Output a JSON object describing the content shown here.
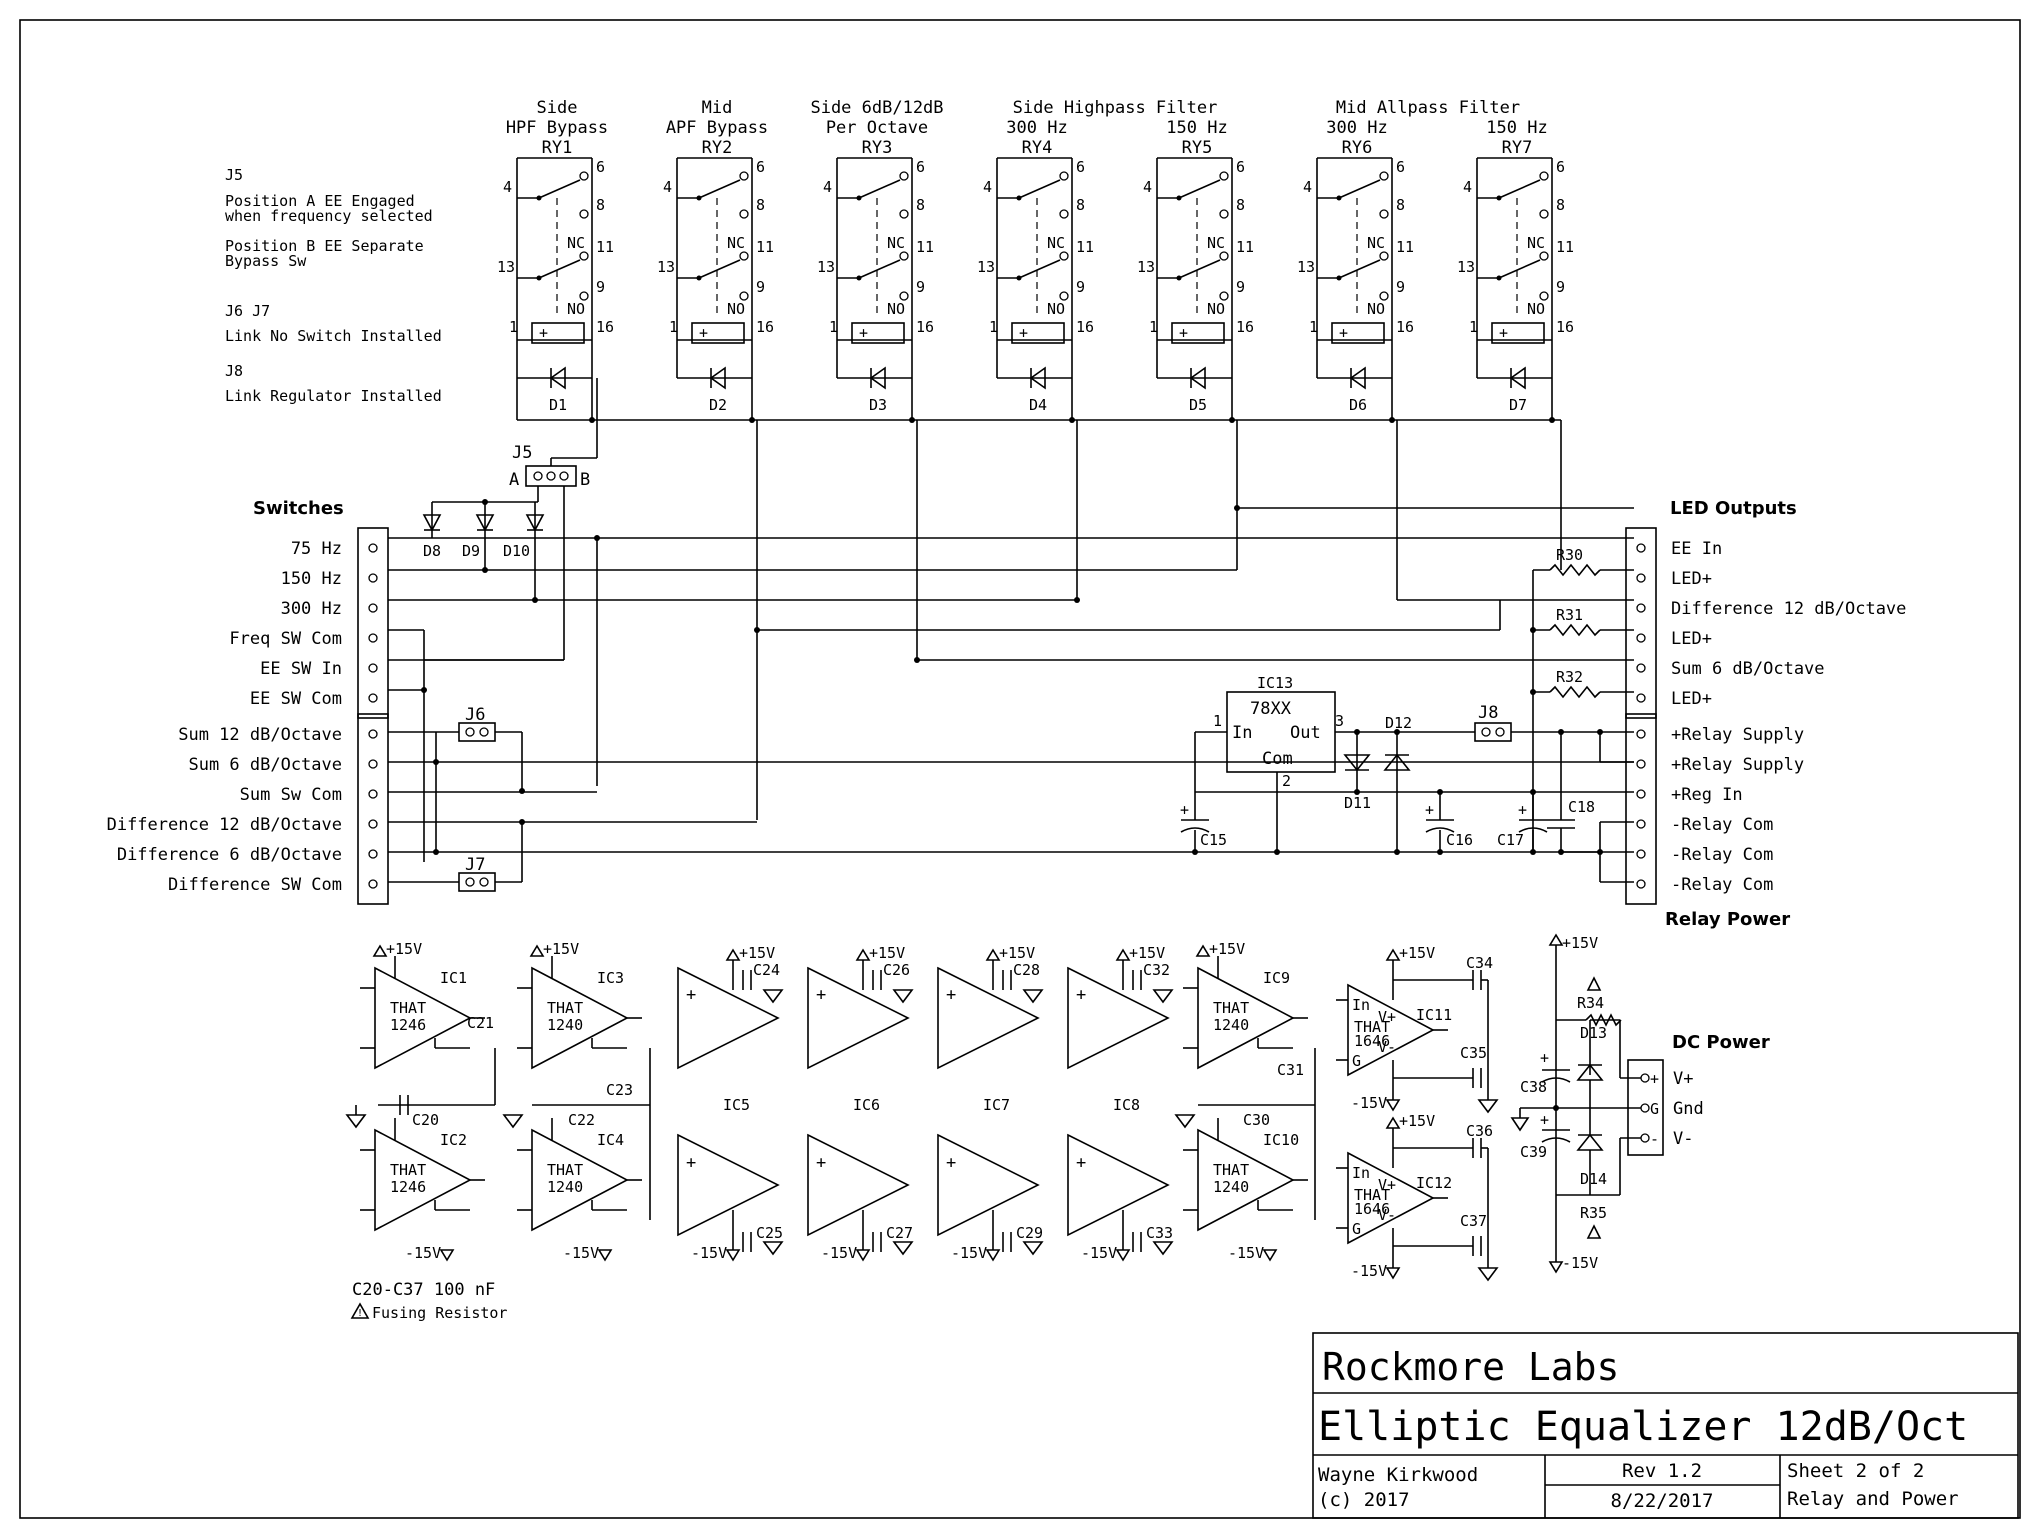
{
  "relays": [
    {
      "ref": "RY1",
      "title1": "Side",
      "title2": "HPF Bypass",
      "diode": "D1"
    },
    {
      "ref": "RY2",
      "title1": "Mid",
      "title2": "APF Bypass",
      "diode": "D2"
    },
    {
      "ref": "RY3",
      "title1": "Side 6dB/12dB",
      "title2": "Per Octave",
      "diode": "D3"
    },
    {
      "ref": "RY4",
      "title1": "",
      "title2": "300 Hz",
      "diode": "D4"
    },
    {
      "ref": "RY5",
      "title1": "",
      "title2": "150 Hz",
      "diode": "D5"
    },
    {
      "ref": "RY6",
      "title1": "",
      "title2": "300 Hz",
      "diode": "D6"
    },
    {
      "ref": "RY7",
      "title1": "",
      "title2": "150 Hz",
      "diode": "D7"
    }
  ],
  "group_titles": {
    "side_hpf": "Side Highpass Filter",
    "mid_apf": "Mid Allpass Filter"
  },
  "relay_pins": {
    "p4": "4",
    "p6": "6",
    "p8": "8",
    "nc": "NC",
    "p11": "11",
    "p13": "13",
    "p9": "9",
    "no": "NO",
    "p1": "1",
    "p16": "16",
    "plus": "+"
  },
  "notes": {
    "j5": "J5",
    "j5_a": "Position A EE Engaged",
    "j5_a2": "when frequency selected",
    "j5_b": "Position B EE Separate",
    "j5_b2": "Bypass Sw",
    "j6j7": "J6 J7",
    "j6j7_desc": "Link No Switch Installed",
    "j8": "J8",
    "j8_desc": "Link Regulator Installed"
  },
  "j5_block": {
    "ref": "J5",
    "a": "A",
    "b": "B"
  },
  "switches": {
    "title": "Switches",
    "group1": [
      "75 Hz",
      "150 Hz",
      "300 Hz",
      "Freq SW Com",
      "EE SW In",
      "EE SW Com"
    ],
    "group2": [
      "Sum 12 dB/Octave",
      "Sum 6 dB/Octave",
      "Sum Sw Com",
      "Difference 12 dB/Octave",
      "Difference 6 dB/Octave",
      "Difference SW Com"
    ],
    "diodes": [
      "D8",
      "D9",
      "D10"
    ],
    "j6": "J6",
    "j7": "J7"
  },
  "led_outputs": {
    "title": "LED Outputs",
    "labels": [
      "EE In",
      "LED+",
      "Difference 12 dB/Octave",
      "LED+",
      "Sum 6 dB/Octave",
      "LED+"
    ],
    "resistors": [
      "R30",
      "R31",
      "R32"
    ]
  },
  "relay_power": {
    "title": "Relay Power",
    "labels": [
      "+Relay Supply",
      "+Relay Supply",
      "+Reg In",
      "-Relay Com",
      "-Relay Com",
      "-Relay Com"
    ]
  },
  "regulator": {
    "ref": "IC13",
    "part": "78XX",
    "in": "In",
    "out": "Out",
    "com": "Com",
    "pin1": "1",
    "pin2": "2",
    "pin3": "3",
    "d11": "D11",
    "d12": "D12",
    "j8": "J8",
    "c15": "C15",
    "c16": "C16",
    "c17": "C17",
    "c18": "C18"
  },
  "supply": {
    "pos": "+15V",
    "neg": "-15V"
  },
  "ics": {
    "ic1": {
      "ref": "IC1",
      "part1": "THAT",
      "part2": "1246",
      "cap_a": "C21",
      "cap_b": "C20"
    },
    "ic2": {
      "ref": "IC2",
      "part1": "THAT",
      "part2": "1246"
    },
    "ic3": {
      "ref": "IC3",
      "part1": "THAT",
      "part2": "1240",
      "cap_a": "C23",
      "cap_b": "C22"
    },
    "ic4": {
      "ref": "IC4",
      "part1": "THAT",
      "part2": "1240"
    },
    "ic9": {
      "ref": "IC9",
      "part1": "THAT",
      "part2": "1240",
      "cap_a": "C31",
      "cap_b": "C30"
    },
    "ic10": {
      "ref": "IC10",
      "part1": "THAT",
      "part2": "1240"
    },
    "opamps_top": [
      {
        "ref": "IC5",
        "cap": "C24"
      },
      {
        "ref": "IC6",
        "cap": "C26"
      },
      {
        "ref": "IC7",
        "cap": "C28"
      },
      {
        "ref": "IC8",
        "cap": "C32"
      }
    ],
    "opamps_bot": [
      {
        "cap": "C25"
      },
      {
        "cap": "C27"
      },
      {
        "cap": "C29"
      },
      {
        "cap": "C33"
      }
    ],
    "ic11": {
      "ref": "IC11",
      "part1": "THAT",
      "part2": "1646",
      "cap_top": "C34",
      "cap_bot": "C35"
    },
    "ic12": {
      "ref": "IC12",
      "part1": "THAT",
      "part2": "1646",
      "cap_top": "C36",
      "cap_bot": "C37"
    },
    "pins": {
      "in": "In",
      "g": "G",
      "vp": "V+",
      "vm": "V-"
    }
  },
  "dc_power": {
    "title": "DC Power",
    "labels": [
      "V+",
      "Gnd",
      "V-"
    ],
    "r34": "R34",
    "r35": "R35",
    "d13": "D13",
    "d14": "D14",
    "c38": "C38",
    "c39": "C39"
  },
  "footnotes": {
    "caps": "C20-C37 100 nF",
    "fusing": "Fusing Resistor"
  },
  "title_block": {
    "company": "Rockmore Labs",
    "title": "Elliptic Equalizer 12dB/Oct",
    "author": "Wayne Kirkwood",
    "copyright": "(c) 2017",
    "rev": "Rev 1.2",
    "date": "8/22/2017",
    "sheet": "Sheet 2 of 2",
    "sheet_name": "Relay and Power"
  }
}
